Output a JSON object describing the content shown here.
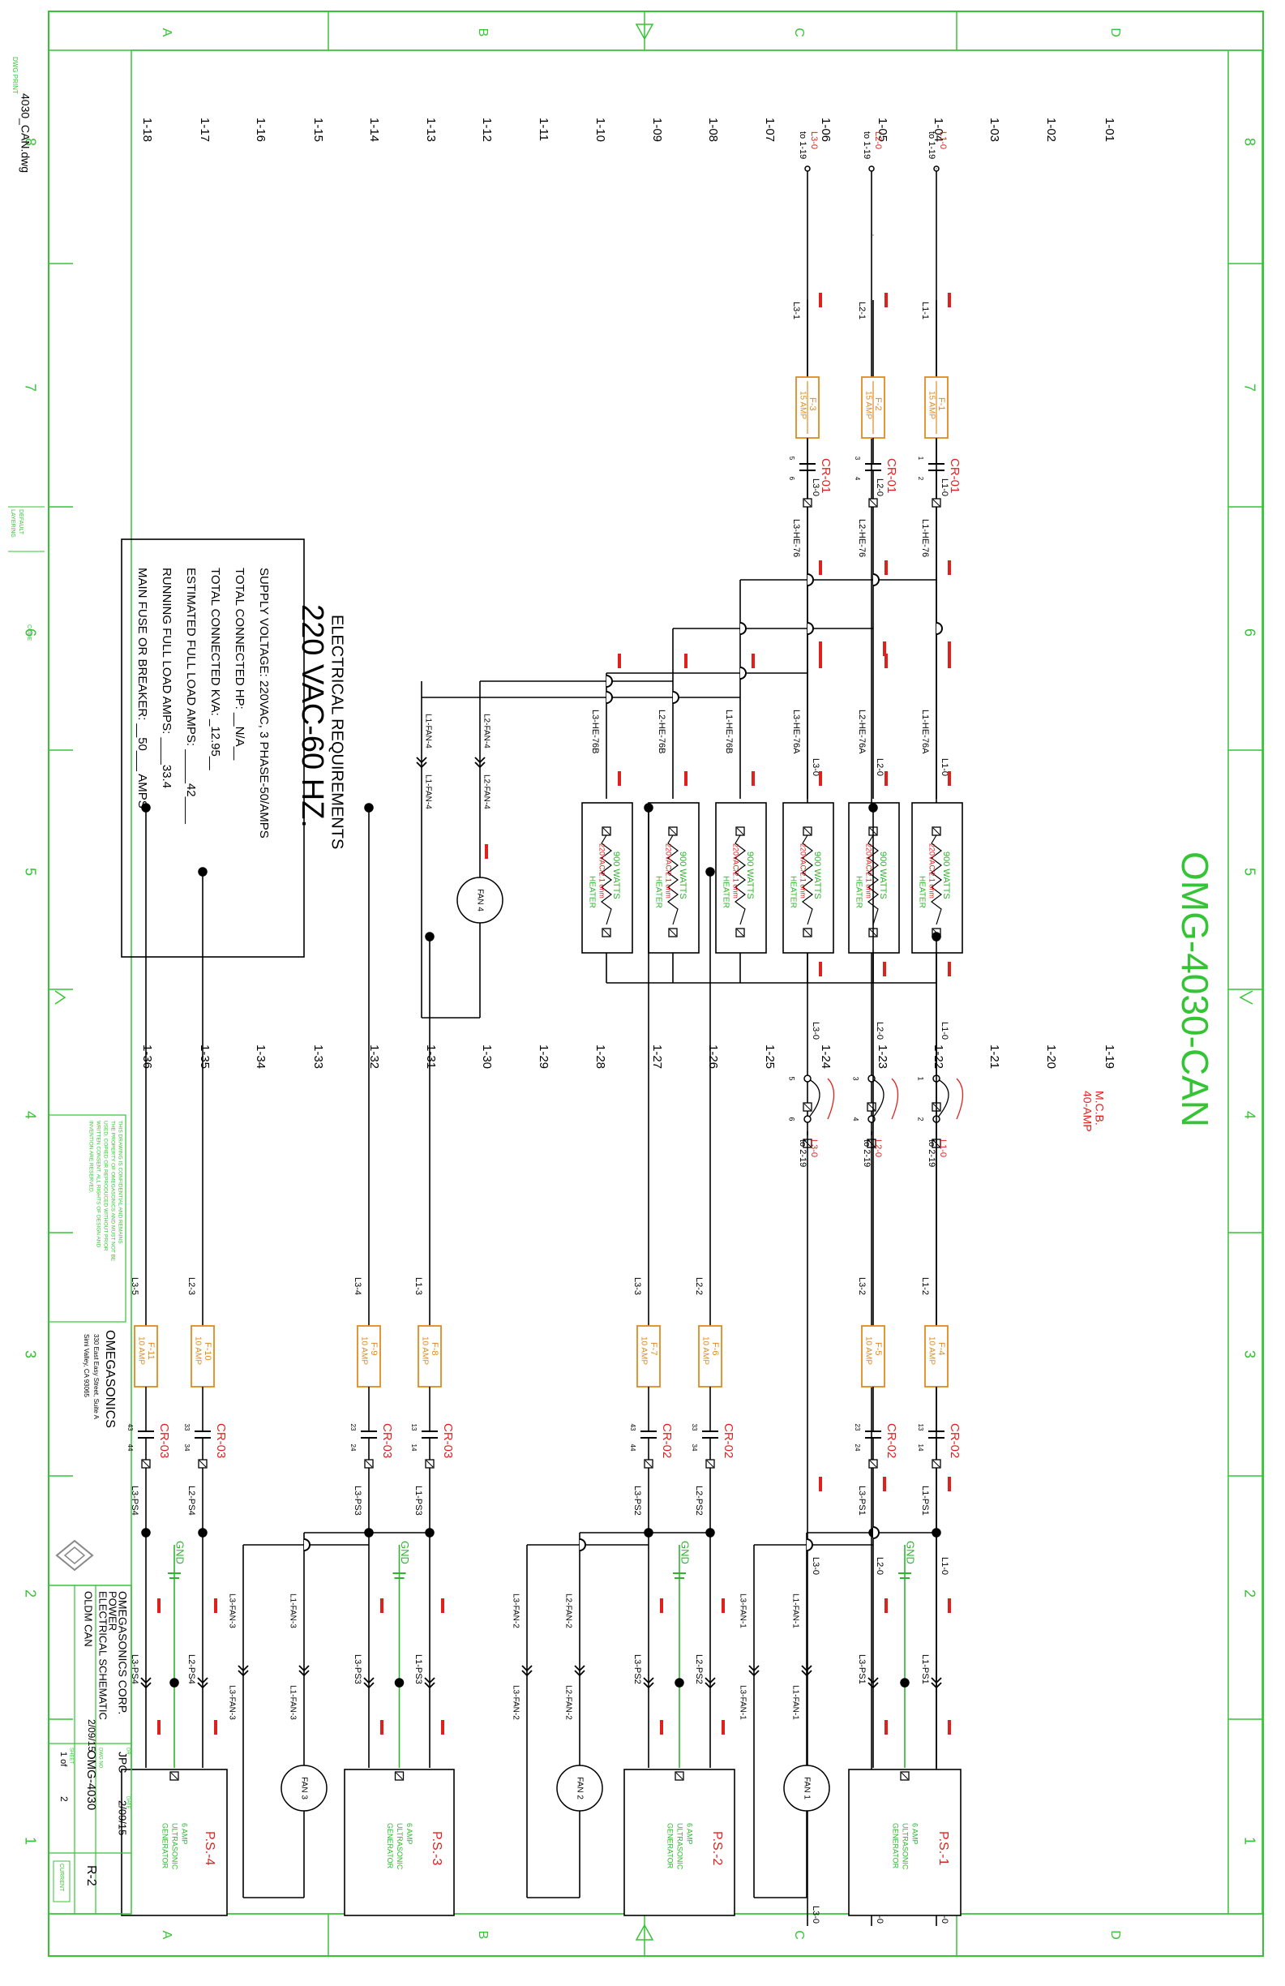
{
  "drawing": {
    "big_title": "OMG-4030-CAN",
    "file_name": "4030_CAN.dwg",
    "file_tag": "DWG PRINT",
    "layer_tags": [
      "LAYERING",
      "DEFAULT",
      "CODE"
    ]
  },
  "border": {
    "rows": [
      "A",
      "B",
      "C",
      "D"
    ],
    "cols": [
      "8",
      "7",
      "6",
      "5",
      "4",
      "3",
      "2",
      "1"
    ]
  },
  "colors": {
    "line": "#000000",
    "fuse": "#e08a1e",
    "cr": "#e0201c",
    "green": "#2db52d",
    "border": "#35c435"
  },
  "line_numbers": {
    "top": [
      "1-01",
      "1-02",
      "1-03",
      "1-04",
      "1-05",
      "1-06",
      "1-07",
      "1-08",
      "1-09",
      "1-10",
      "1-11",
      "1-12",
      "1-13",
      "1-14",
      "1-15",
      "1-16",
      "1-17",
      "1-18"
    ],
    "bottom": [
      "1-19",
      "1-20",
      "1-21",
      "1-22",
      "1-23",
      "1-24",
      "1-25",
      "1-26",
      "1-27",
      "1-28",
      "1-29",
      "1-30",
      "1-31",
      "1-32",
      "1-33",
      "1-34",
      "1-35",
      "1-36"
    ]
  },
  "mcb": {
    "label": "M.C.B.",
    "rating": "40-AMP",
    "terminals": [
      "1",
      "2",
      "3",
      "4",
      "5",
      "6"
    ]
  },
  "top_buses": [
    {
      "left_label": "L1-0",
      "continuation": "to 1-19",
      "mid_label": "L1-0"
    },
    {
      "left_label": "L2-0",
      "continuation": "to 1-19",
      "mid_label": "L2-0"
    },
    {
      "left_label": "L3-0",
      "continuation": "to 1-19",
      "mid_label": "L3-0"
    }
  ],
  "bottom_buses": [
    {
      "left_label": "L1-0",
      "continuation": "to 2-19",
      "mid_label": "L1-0"
    },
    {
      "left_label": "L2-0",
      "continuation": "to 2-19",
      "mid_label": "L2-0"
    },
    {
      "left_label": "L3-0",
      "continuation": "to 2-19",
      "mid_label": "L3-0"
    }
  ],
  "top_branches": [
    {
      "wire_in": "L1-1",
      "fuse": "F-1",
      "rating": "15 AMP",
      "relay": "CR-01",
      "pins": [
        "1",
        "2"
      ],
      "wire_out": "L1-HE-76"
    },
    {
      "wire_in": "L2-1",
      "fuse": "F-2",
      "rating": "15 AMP",
      "relay": "CR-01",
      "pins": [
        "3",
        "4"
      ],
      "wire_out": "L2-HE-76"
    },
    {
      "wire_in": "L3-1",
      "fuse": "F-3",
      "rating": "15 AMP",
      "relay": "CR-01",
      "pins": [
        "5",
        "6"
      ],
      "wire_out": "L3-HE-76"
    }
  ],
  "heaters": [
    {
      "wire": "L1-HE-76A",
      "watts": "900 WATTS",
      "spec": "220VAC/2.1 ohm",
      "type": "HEATER"
    },
    {
      "wire": "L2-HE-76A",
      "watts": "900 WATTS",
      "spec": "220VAC/2.1 ohm",
      "type": "HEATER"
    },
    {
      "wire": "L3-HE-76A",
      "watts": "900 WATTS",
      "spec": "220VAC/2.1 ohm",
      "type": "HEATER"
    },
    {
      "wire": "L1-HE-76B",
      "watts": "900 WATTS",
      "spec": "220VAC/2.1 ohm",
      "type": "HEATER"
    },
    {
      "wire": "L2-HE-76B",
      "watts": "900 WATTS",
      "spec": "220VAC/2.1 ohm",
      "type": "HEATER"
    },
    {
      "wire": "L3-HE-76B",
      "watts": "900 WATTS",
      "spec": "220VAC/2.1 ohm",
      "type": "HEATER"
    }
  ],
  "fan4": {
    "label": "FAN 4",
    "wire_a": "L2-FAN-4",
    "wire_b": "L1-FAN-4"
  },
  "requirements": {
    "title": "ELECTRICAL REQUIREMENTS",
    "voltage": "220 VAC-60 HZ.",
    "lines": [
      "SUPPLY VOLTAGE: 220VAC, 3 PHASE-50/AMPS",
      "TOTAL CONNECTED HP: __N/A__",
      "TOTAL CONNECTED KVA: _12.95__",
      "ESTIMATED FULL LOAD AMPS: _____42____",
      "RUNNING FULL LOAD AMPS: ____33.4",
      "MAIN FUSE OR BREAKER: __50___ AMPS"
    ]
  },
  "generators": [
    {
      "name": "P.S.-1",
      "desc": [
        "6 AMP",
        "ULTRASONIC",
        "GENERATOR"
      ],
      "fan": "FAN 1",
      "gnd": "GND",
      "branches": [
        {
          "wire_in": "L1-2",
          "fuse": "F-4",
          "rating": "10 AMP",
          "relay": "CR-02",
          "pins": [
            "13",
            "14"
          ],
          "wire_out": "L1-PS1"
        },
        {
          "wire_in": "L3-2",
          "fuse": "F-5",
          "rating": "10 AMP",
          "relay": "CR-02",
          "pins": [
            "23",
            "24"
          ],
          "wire_out": "L3-PS1"
        }
      ],
      "fan_wires": [
        "L1-FAN-1",
        "L3-FAN-1"
      ]
    },
    {
      "name": "P.S.-2",
      "desc": [
        "6 AMP",
        "ULTRASONIC",
        "GENERATOR"
      ],
      "fan": "FAN 2",
      "gnd": "GND",
      "branches": [
        {
          "wire_in": "L2-2",
          "fuse": "F-6",
          "rating": "10 AMP",
          "relay": "CR-02",
          "pins": [
            "33",
            "34"
          ],
          "wire_out": "L2-PS2"
        },
        {
          "wire_in": "L3-3",
          "fuse": "F-7",
          "rating": "10 AMP",
          "relay": "CR-02",
          "pins": [
            "43",
            "44"
          ],
          "wire_out": "L3-PS2"
        }
      ],
      "fan_wires": [
        "L2-FAN-2",
        "L3-FAN-2"
      ]
    },
    {
      "name": "P.S.-3",
      "desc": [
        "6 AMP",
        "ULTRASONIC",
        "GENERATOR"
      ],
      "fan": "FAN 3",
      "gnd": "GND",
      "branches": [
        {
          "wire_in": "L1-3",
          "fuse": "F-8",
          "rating": "10 AMP",
          "relay": "CR-03",
          "pins": [
            "13",
            "14"
          ],
          "wire_out": "L1-PS3"
        },
        {
          "wire_in": "L3-4",
          "fuse": "F-9",
          "rating": "10 AMP",
          "relay": "CR-03",
          "pins": [
            "23",
            "24"
          ],
          "wire_out": "L3-PS3"
        }
      ],
      "fan_wires": [
        "L1-FAN-3",
        "L3-FAN-3"
      ]
    },
    {
      "name": "P.S.-4",
      "desc": [
        "6 AMP",
        "ULTRASONIC",
        "GENERATOR"
      ],
      "fan": "",
      "gnd": "GND",
      "branches": [
        {
          "wire_in": "L2-3",
          "fuse": "F-10",
          "rating": "10 AMP",
          "relay": "CR-03",
          "pins": [
            "33",
            "34"
          ],
          "wire_out": "L2-PS4"
        },
        {
          "wire_in": "L3-5",
          "fuse": "F-11",
          "rating": "10 AMP",
          "relay": "CR-03",
          "pins": [
            "43",
            "44"
          ],
          "wire_out": "L3-PS4"
        }
      ],
      "fan_wires": []
    }
  ],
  "notice": [
    "THIS DRAWING IS CONFIDENTIAL AND REMAINS",
    "THE PROPERTY OF OMEGASONICS AND MUST NOT BE",
    "USED, COPIED OR REPRODUCED WITHOUT PRIOR",
    "WRITTEN CONSENT. ALL RIGHTS OF DESIGN AND",
    "INVENTION ARE RESERVED."
  ],
  "company": {
    "name": "OMEGASONICS",
    "address1": "330 East Easy Street, Suite A",
    "address2": "Simi Valley, CA 93065"
  },
  "title_block": {
    "org": "OMEGASONICS CORP.",
    "sub": "POWER",
    "title": "ELECTRICAL SCHEMATIC",
    "model": "OLDM CAN",
    "by_label": "DR",
    "by": "JPC",
    "date_label": "DATE",
    "date": "2/09/15",
    "date2": "2/09/15",
    "dwg_label": "DWG NO.",
    "dwg_no": "OMG-4030",
    "sheet_label": "SHEET",
    "sheet": "1 of",
    "sheet_total": "2",
    "rev": "R-2",
    "rev_tag": "CURRENT"
  }
}
